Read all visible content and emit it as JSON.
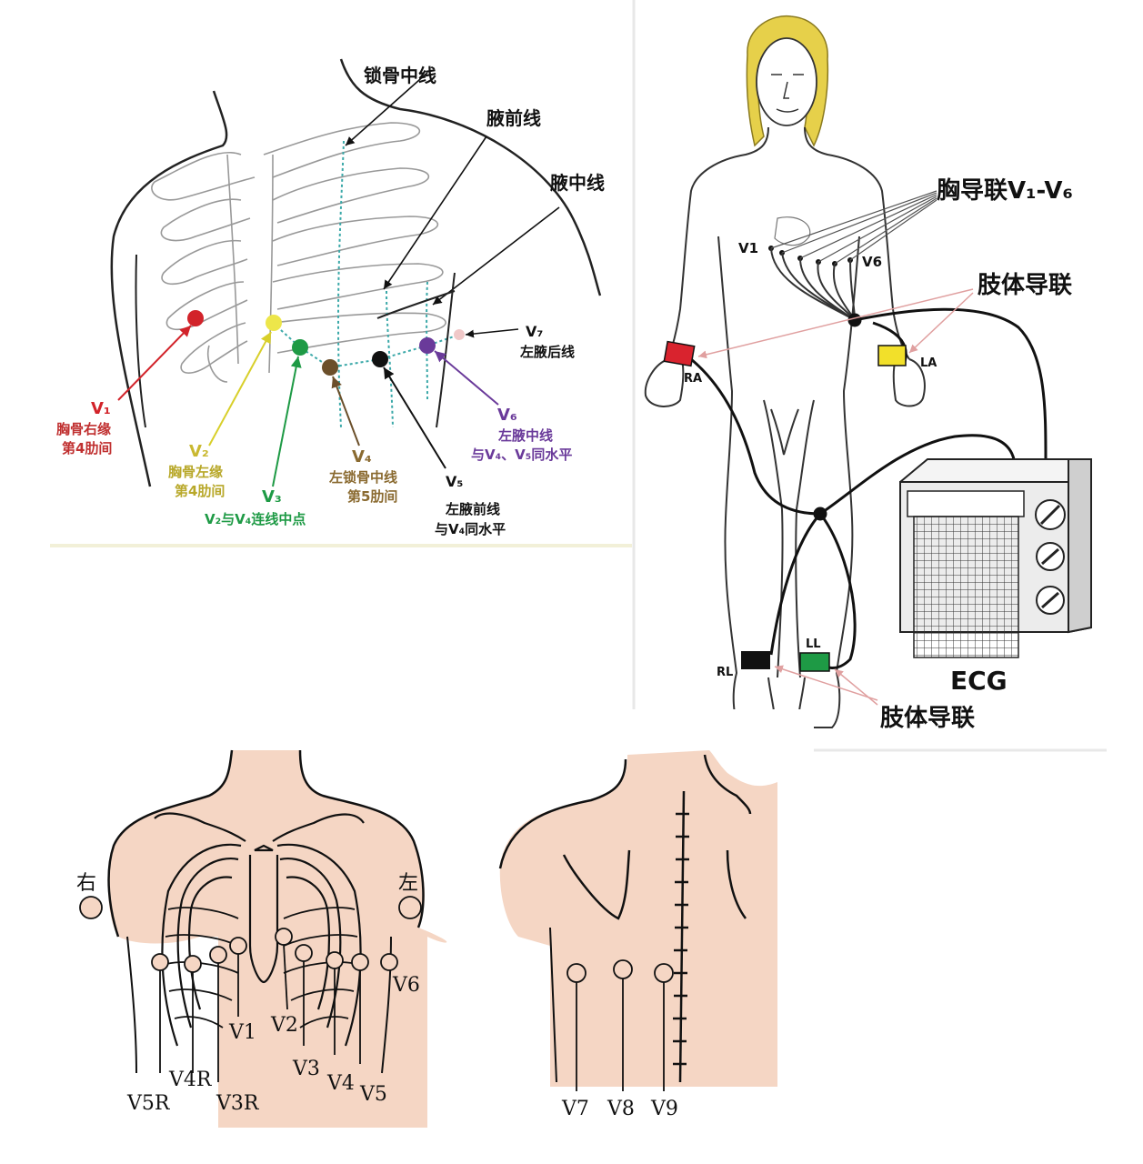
{
  "panel_chest": {
    "lines": {
      "midclavicular": "锁骨中线",
      "anterior_axillary": "腋前线",
      "mid_axillary": "腋中线",
      "v7_title": "V₇",
      "posterior_axillary": "左腋后线"
    },
    "leads": [
      {
        "id": "V1",
        "title": "V₁",
        "desc1": "胸骨右缘",
        "desc2": "第4肋间",
        "color": "#d2232a"
      },
      {
        "id": "V2",
        "title": "V₂",
        "desc1": "胸骨左缘",
        "desc2": "第4肋间",
        "color": "#e6e03c"
      },
      {
        "id": "V3",
        "title": "V₃",
        "desc1": "V₂与V₄连线中点",
        "desc2": "",
        "color": "#1e9a45"
      },
      {
        "id": "V4",
        "title": "V₄",
        "desc1": "左锁骨中线",
        "desc2": "第5肋间",
        "color": "#6b4f2a"
      },
      {
        "id": "V5",
        "title": "V₅",
        "desc1": "左腋前线",
        "desc2": "与V₄同水平",
        "color": "#111111"
      },
      {
        "id": "V6",
        "title": "V₆",
        "desc1": "左腋中线",
        "desc2": "与V₄、V₅同水平",
        "color": "#6a3a9a"
      }
    ],
    "v7_color": "#e8b4b4"
  },
  "panel_body": {
    "chest_leads": "胸导联V₁-V₆",
    "v1_tag": "V1",
    "v6_tag": "V6",
    "limb_leads_top": "肢体导联",
    "limb_leads_bottom": "肢体导联",
    "ra": "RA",
    "la": "LA",
    "rl": "RL",
    "ll": "LL",
    "machine": "ECG",
    "colors": {
      "ra": "#d9232e",
      "la": "#f2e02a",
      "rl": "#111111",
      "ll": "#1e9a45"
    }
  },
  "panel_back": {
    "right": "右",
    "left": "左",
    "front_labels": [
      "V1",
      "V2",
      "V3",
      "V4",
      "V5",
      "V6",
      "V4R",
      "V5R",
      "V3R"
    ],
    "back_labels": [
      "V7",
      "V8",
      "V9"
    ],
    "skin": "#f5d6c4"
  }
}
